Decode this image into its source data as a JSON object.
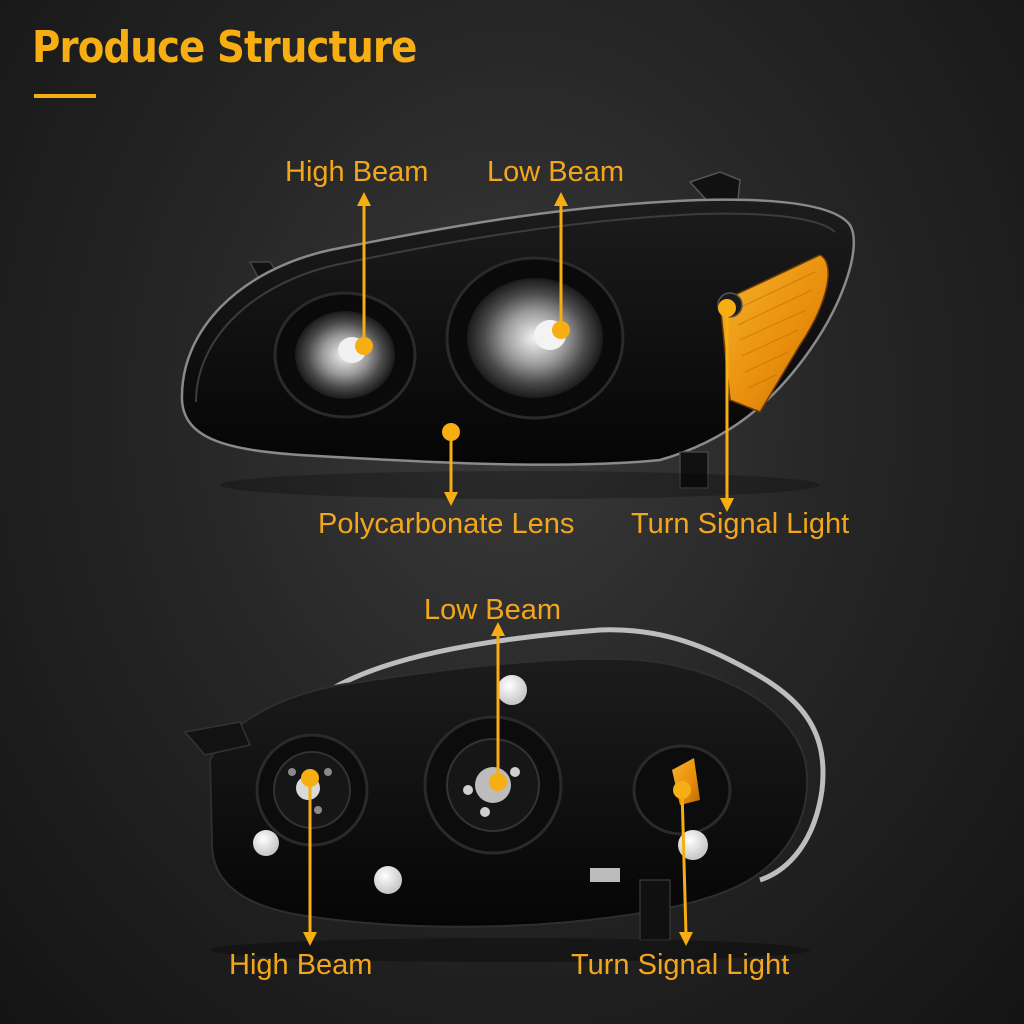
{
  "header": {
    "title": "Produce Structure"
  },
  "colors": {
    "accent": "#f6ae12",
    "background": "#262626",
    "housing": "#0c0c0c",
    "amber_lens": "#f09a12"
  },
  "front_view": {
    "labels": {
      "high_beam": "High Beam",
      "low_beam": "Low Beam",
      "lens": "Polycarbonate Lens",
      "turn_signal": "Turn Signal Light"
    }
  },
  "rear_view": {
    "labels": {
      "low_beam": "Low Beam",
      "high_beam": "High Beam",
      "turn_signal": "Turn Signal Light"
    }
  }
}
